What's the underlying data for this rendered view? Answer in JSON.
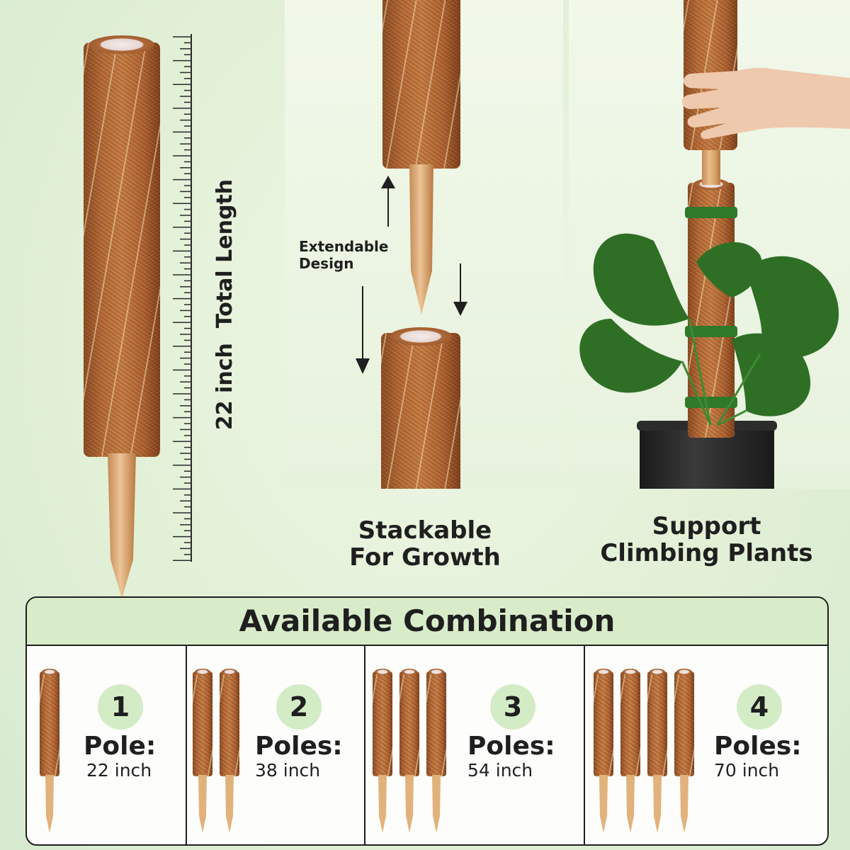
{
  "measure": {
    "length_label": "22 inch  Total Length"
  },
  "stack_panel": {
    "annotation": "Extendable\nDesign",
    "caption": "Stackable\nFor Growth"
  },
  "plant_panel": {
    "caption": "Support\nClimbing Plants"
  },
  "combination": {
    "title": "Available Combination",
    "options": [
      {
        "number": "1",
        "word": "Pole:",
        "length": "22 inch"
      },
      {
        "number": "2",
        "word": "Poles:",
        "length": "38 inch"
      },
      {
        "number": "3",
        "word": "Poles:",
        "length": "54 inch"
      },
      {
        "number": "4",
        "word": "Poles:",
        "length": "70 inch"
      }
    ]
  },
  "colors": {
    "background": "#e2f0d6",
    "header_green": "#d8ecc9",
    "coir_brown": "#b86d3a",
    "stake_wood": "#e8bd8a",
    "circle_green": "#d3ecc6"
  }
}
